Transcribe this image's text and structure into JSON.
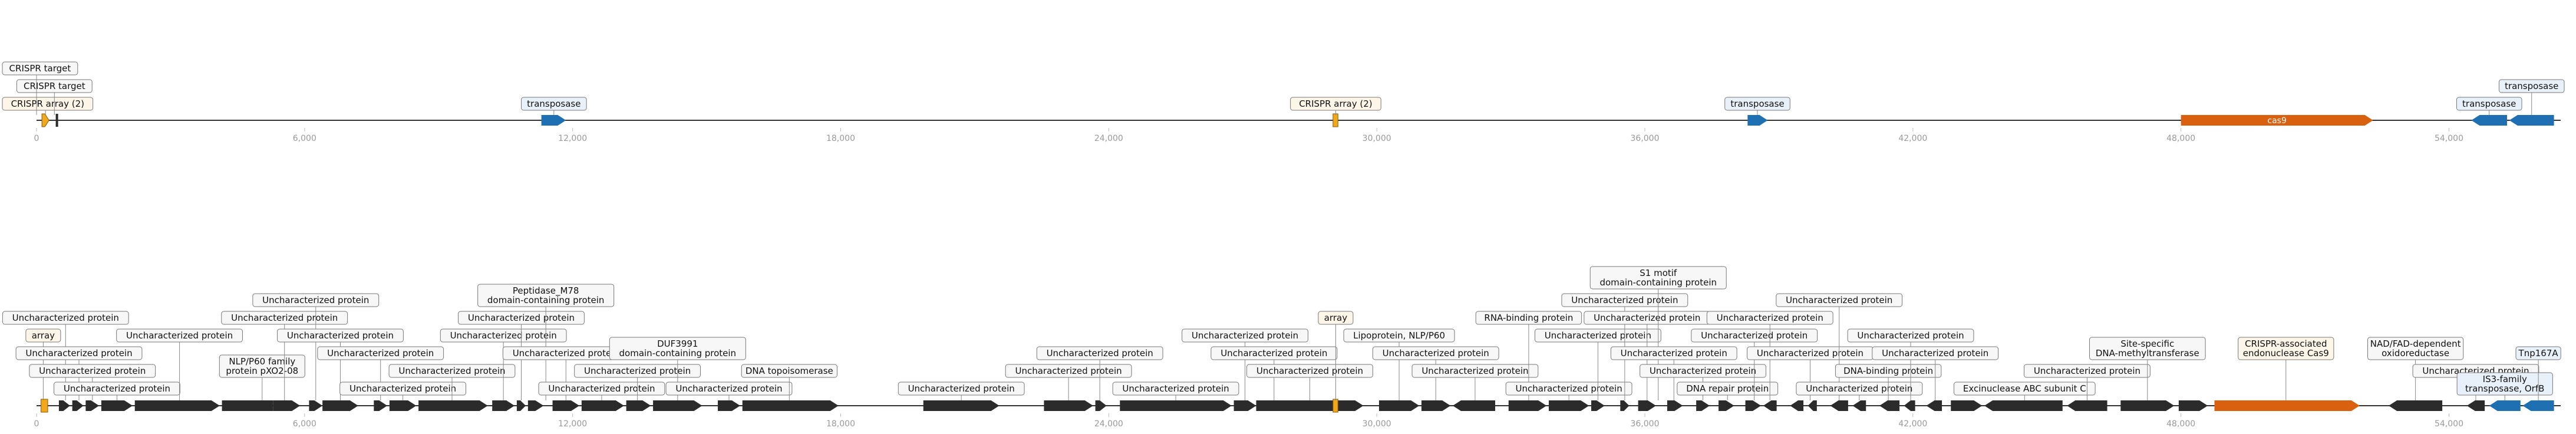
{
  "colors": {
    "background": "#ffffff",
    "axis": "#333333",
    "tick_text": "#999999",
    "gene_dark": "#2b2b2b",
    "gene_blue": "#1f6fb3",
    "gene_orange": "#d9600f",
    "crispr_fill": "#f2a81d",
    "label_default_fill": "#f7f7f7",
    "label_blue_fill": "#e8f1fa",
    "label_orange_fill": "#fdf5e8",
    "label_border": "#777777"
  },
  "axis": {
    "min": 0,
    "max": 56500,
    "ticks": [
      0,
      6000,
      12000,
      18000,
      24000,
      30000,
      36000,
      42000,
      48000,
      54000
    ],
    "tick_labels": [
      "0",
      "6,000",
      "12,000",
      "18,000",
      "24,000",
      "30,000",
      "36,000",
      "42,000",
      "48,000",
      "54,000"
    ]
  },
  "track1": {
    "features": [
      {
        "start": 120,
        "end": 280,
        "strand": 1,
        "kind": "crispr"
      },
      {
        "start": 430,
        "end": 460,
        "strand": 0,
        "kind": "target"
      },
      {
        "start": 11300,
        "end": 11850,
        "strand": 1,
        "kind": "blue"
      },
      {
        "start": 29020,
        "end": 29130,
        "strand": 0,
        "kind": "crispr"
      },
      {
        "start": 38300,
        "end": 38750,
        "strand": 1,
        "kind": "blue"
      },
      {
        "start": 48000,
        "end": 52300,
        "strand": 1,
        "kind": "orange",
        "text": "cas9"
      },
      {
        "start": 54500,
        "end": 55300,
        "strand": -1,
        "kind": "blue"
      },
      {
        "start": 55350,
        "end": 56350,
        "strand": -1,
        "kind": "blue"
      }
    ],
    "labels": [
      {
        "text": "CRISPR array (2)",
        "pos": 200,
        "level": 0,
        "style": "orange"
      },
      {
        "text": "CRISPR target",
        "pos": 400,
        "level": 1,
        "style": "default"
      },
      {
        "text": "CRISPR target",
        "pos": 0,
        "level": 2,
        "style": "default"
      },
      {
        "text": "transposase",
        "pos": 11580,
        "level": 0,
        "style": "blue"
      },
      {
        "text": "CRISPR array (2)",
        "pos": 29080,
        "level": 0,
        "style": "orange"
      },
      {
        "text": "transposase",
        "pos": 38520,
        "level": 0,
        "style": "blue"
      },
      {
        "text": "transposase",
        "pos": 54900,
        "level": 0,
        "style": "blue"
      },
      {
        "text": "transposase",
        "pos": 55850,
        "level": 1,
        "style": "blue"
      }
    ]
  },
  "track2": {
    "features": [
      {
        "start": 100,
        "end": 250,
        "strand": 0,
        "kind": "crispr"
      },
      {
        "start": 500,
        "end": 750,
        "strand": 1,
        "kind": "dark"
      },
      {
        "start": 800,
        "end": 1050,
        "strand": 1,
        "kind": "dark"
      },
      {
        "start": 1100,
        "end": 1400,
        "strand": 1,
        "kind": "dark"
      },
      {
        "start": 1450,
        "end": 2150,
        "strand": 1,
        "kind": "dark"
      },
      {
        "start": 2200,
        "end": 4100,
        "strand": 1,
        "kind": "dark"
      },
      {
        "start": 4150,
        "end": 5300,
        "strand": 0,
        "kind": "dark"
      },
      {
        "start": 5300,
        "end": 5900,
        "strand": 1,
        "kind": "dark"
      },
      {
        "start": 6100,
        "end": 6400,
        "strand": 1,
        "kind": "dark"
      },
      {
        "start": 6400,
        "end": 7200,
        "strand": 1,
        "kind": "dark"
      },
      {
        "start": 7550,
        "end": 7850,
        "strand": 1,
        "kind": "dark"
      },
      {
        "start": 7900,
        "end": 8500,
        "strand": 1,
        "kind": "dark"
      },
      {
        "start": 8550,
        "end": 10100,
        "strand": 1,
        "kind": "dark"
      },
      {
        "start": 10200,
        "end": 10700,
        "strand": 1,
        "kind": "dark"
      },
      {
        "start": 10750,
        "end": 10950,
        "strand": 1,
        "kind": "dark"
      },
      {
        "start": 11000,
        "end": 11350,
        "strand": 1,
        "kind": "dark"
      },
      {
        "start": 11550,
        "end": 12150,
        "strand": 1,
        "kind": "dark"
      },
      {
        "start": 12200,
        "end": 13150,
        "strand": 1,
        "kind": "dark"
      },
      {
        "start": 13200,
        "end": 13750,
        "strand": 1,
        "kind": "dark"
      },
      {
        "start": 13800,
        "end": 14900,
        "strand": 1,
        "kind": "dark"
      },
      {
        "start": 15250,
        "end": 15750,
        "strand": 1,
        "kind": "dark"
      },
      {
        "start": 15800,
        "end": 17950,
        "strand": 1,
        "kind": "dark"
      },
      {
        "start": 19850,
        "end": 21550,
        "strand": 1,
        "kind": "dark"
      },
      {
        "start": 22550,
        "end": 23650,
        "strand": 1,
        "kind": "dark"
      },
      {
        "start": 23700,
        "end": 23950,
        "strand": 1,
        "kind": "dark"
      },
      {
        "start": 24250,
        "end": 26750,
        "strand": 1,
        "kind": "dark"
      },
      {
        "start": 26800,
        "end": 27300,
        "strand": 1,
        "kind": "dark"
      },
      {
        "start": 27550,
        "end": 27850,
        "strand": -1,
        "kind": "dark"
      },
      {
        "start": 27300,
        "end": 29700,
        "strand": 1,
        "kind": "dark"
      },
      {
        "start": 29020,
        "end": 29130,
        "strand": 0,
        "kind": "crispr"
      },
      {
        "start": 30050,
        "end": 30950,
        "strand": 1,
        "kind": "dark"
      },
      {
        "start": 31000,
        "end": 31650,
        "strand": 1,
        "kind": "dark"
      },
      {
        "start": 31700,
        "end": 32650,
        "strand": -1,
        "kind": "dark"
      },
      {
        "start": 32950,
        "end": 33800,
        "strand": 1,
        "kind": "dark"
      },
      {
        "start": 33850,
        "end": 34750,
        "strand": 1,
        "kind": "dark"
      },
      {
        "start": 34800,
        "end": 35100,
        "strand": 1,
        "kind": "dark"
      },
      {
        "start": 35450,
        "end": 35650,
        "strand": 1,
        "kind": "dark"
      },
      {
        "start": 35850,
        "end": 36250,
        "strand": 1,
        "kind": "dark"
      },
      {
        "start": 36500,
        "end": 36850,
        "strand": 1,
        "kind": "dark"
      },
      {
        "start": 37150,
        "end": 37450,
        "strand": 1,
        "kind": "dark"
      },
      {
        "start": 37650,
        "end": 38000,
        "strand": 1,
        "kind": "dark"
      },
      {
        "start": 38250,
        "end": 38600,
        "strand": 1,
        "kind": "dark"
      },
      {
        "start": 38650,
        "end": 38950,
        "strand": -1,
        "kind": "dark"
      },
      {
        "start": 39250,
        "end": 39550,
        "strand": -1,
        "kind": "dark"
      },
      {
        "start": 39650,
        "end": 39850,
        "strand": -1,
        "kind": "dark"
      },
      {
        "start": 40150,
        "end": 40550,
        "strand": -1,
        "kind": "dark"
      },
      {
        "start": 40650,
        "end": 40950,
        "strand": -1,
        "kind": "dark"
      },
      {
        "start": 41250,
        "end": 41700,
        "strand": -1,
        "kind": "dark"
      },
      {
        "start": 41800,
        "end": 42050,
        "strand": -1,
        "kind": "dark"
      },
      {
        "start": 42300,
        "end": 42650,
        "strand": -1,
        "kind": "dark"
      },
      {
        "start": 42850,
        "end": 43550,
        "strand": 1,
        "kind": "dark"
      },
      {
        "start": 43600,
        "end": 45350,
        "strand": -1,
        "kind": "dark"
      },
      {
        "start": 45450,
        "end": 46350,
        "strand": -1,
        "kind": "dark"
      },
      {
        "start": 46650,
        "end": 47850,
        "strand": 1,
        "kind": "dark"
      },
      {
        "start": 47950,
        "end": 48600,
        "strand": 1,
        "kind": "dark"
      },
      {
        "start": 48750,
        "end": 52000,
        "strand": 1,
        "kind": "orange"
      },
      {
        "start": 52650,
        "end": 53850,
        "strand": -1,
        "kind": "dark"
      },
      {
        "start": 54400,
        "end": 54800,
        "strand": -1,
        "kind": "dark"
      },
      {
        "start": 54900,
        "end": 55600,
        "strand": -1,
        "kind": "blue"
      },
      {
        "start": 55650,
        "end": 56350,
        "strand": -1,
        "kind": "blue"
      }
    ],
    "labels": [
      {
        "text": "array",
        "pos": 150,
        "level": 3,
        "style": "orange"
      },
      {
        "text": "Uncharacterized protein",
        "pos": 650,
        "level": 4,
        "style": "default"
      },
      {
        "text": "Uncharacterized protein",
        "pos": 950,
        "level": 2,
        "style": "default"
      },
      {
        "text": "Uncharacterized protein",
        "pos": 1250,
        "level": 1,
        "style": "default"
      },
      {
        "text": "Uncharacterized protein",
        "pos": 1800,
        "level": 0,
        "style": "default"
      },
      {
        "text": "Uncharacterized protein",
        "pos": 3200,
        "level": 3,
        "style": "default"
      },
      {
        "text": "NLP/P60 family protein pXO2-08",
        "pos": 5050,
        "level": 1,
        "style": "default"
      },
      {
        "text": "Uncharacterized protein",
        "pos": 5550,
        "level": 4,
        "style": "default"
      },
      {
        "text": "Uncharacterized protein",
        "pos": 6250,
        "level": 5,
        "style": "default"
      },
      {
        "text": "Uncharacterized protein",
        "pos": 6800,
        "level": 3,
        "style": "default"
      },
      {
        "text": "Uncharacterized protein",
        "pos": 7700,
        "level": 2,
        "style": "default"
      },
      {
        "text": "Uncharacterized protein",
        "pos": 8200,
        "level": 0,
        "style": "default"
      },
      {
        "text": "Uncharacterized protein",
        "pos": 9300,
        "level": 1,
        "style": "default"
      },
      {
        "text": "Uncharacterized protein",
        "pos": 10450,
        "level": 3,
        "style": "default"
      },
      {
        "text": "Uncharacterized protein",
        "pos": 10850,
        "level": 4,
        "style": "default"
      },
      {
        "text": "Peptidase_M78 domain-containing protein",
        "pos": 11400,
        "level": 5,
        "style": "default"
      },
      {
        "text": "Uncharacterized protein",
        "pos": 11850,
        "level": 2,
        "style": "default"
      },
      {
        "text": "Uncharacterized protein",
        "pos": 12650,
        "level": 0,
        "style": "default"
      },
      {
        "text": "Uncharacterized protein",
        "pos": 13450,
        "level": 1,
        "style": "default"
      },
      {
        "text": "DUF3991 domain-containing protein",
        "pos": 14350,
        "level": 2,
        "style": "default"
      },
      {
        "text": "Uncharacterized protein",
        "pos": 15500,
        "level": 0,
        "style": "default"
      },
      {
        "text": "DNA topoisomerase",
        "pos": 16850,
        "level": 1,
        "style": "default"
      },
      {
        "text": "Uncharacterized protein",
        "pos": 20700,
        "level": 0,
        "style": "default"
      },
      {
        "text": "Uncharacterized protein",
        "pos": 23100,
        "level": 1,
        "style": "default"
      },
      {
        "text": "Uncharacterized protein",
        "pos": 23800,
        "level": 2,
        "style": "default"
      },
      {
        "text": "Uncharacterized protein",
        "pos": 25500,
        "level": 0,
        "style": "default"
      },
      {
        "text": "Uncharacterized protein",
        "pos": 27050,
        "level": 3,
        "style": "default"
      },
      {
        "text": "Uncharacterized protein",
        "pos": 27700,
        "level": 2,
        "style": "default"
      },
      {
        "text": "Uncharacterized protein",
        "pos": 28500,
        "level": 1,
        "style": "default"
      },
      {
        "text": "array",
        "pos": 29080,
        "level": 4,
        "style": "orange"
      },
      {
        "text": "Lipoprotein, NLP/P60",
        "pos": 30500,
        "level": 3,
        "style": "default"
      },
      {
        "text": "Uncharacterized protein",
        "pos": 31320,
        "level": 2,
        "style": "default"
      },
      {
        "text": "Uncharacterized protein",
        "pos": 32200,
        "level": 1,
        "style": "default"
      },
      {
        "text": "RNA-binding protein",
        "pos": 33400,
        "level": 4,
        "style": "default"
      },
      {
        "text": "Uncharacterized protein",
        "pos": 34300,
        "level": 0,
        "style": "default"
      },
      {
        "text": "Uncharacterized protein",
        "pos": 34950,
        "level": 3,
        "style": "default"
      },
      {
        "text": "Uncharacterized protein",
        "pos": 35550,
        "level": 5,
        "style": "default"
      },
      {
        "text": "Uncharacterized protein",
        "pos": 36050,
        "level": 4,
        "style": "default"
      },
      {
        "text": "S1 motif domain-containing protein",
        "pos": 36300,
        "level": 6,
        "style": "default"
      },
      {
        "text": "Uncharacterized protein",
        "pos": 36650,
        "level": 2,
        "style": "default"
      },
      {
        "text": "Uncharacterized protein",
        "pos": 37300,
        "level": 1,
        "style": "default"
      },
      {
        "text": "DNA repair protein",
        "pos": 37850,
        "level": 0,
        "style": "default"
      },
      {
        "text": "Uncharacterized protein",
        "pos": 38450,
        "level": 3,
        "style": "default"
      },
      {
        "text": "Uncharacterized protein",
        "pos": 38800,
        "level": 4,
        "style": "default"
      },
      {
        "text": "Uncharacterized protein",
        "pos": 39700,
        "level": 2,
        "style": "default"
      },
      {
        "text": "Uncharacterized protein",
        "pos": 40350,
        "level": 5,
        "style": "default"
      },
      {
        "text": "Uncharacterized protein",
        "pos": 40800,
        "level": 0,
        "style": "default"
      },
      {
        "text": "DNA-binding protein",
        "pos": 41450,
        "level": 1,
        "style": "default"
      },
      {
        "text": "Uncharacterized protein",
        "pos": 41950,
        "level": 3,
        "style": "default"
      },
      {
        "text": "Uncharacterized protein",
        "pos": 42500,
        "level": 2,
        "style": "default"
      },
      {
        "text": "Excinuclease ABC subunit C",
        "pos": 44500,
        "level": 0,
        "style": "default"
      },
      {
        "text": "Uncharacterized protein",
        "pos": 45900,
        "level": 1,
        "style": "default"
      },
      {
        "text": "Site-specific DNA-methyltransferase",
        "pos": 47250,
        "level": 2,
        "style": "default"
      },
      {
        "text": "CRISPR-associated endonuclease Cas9",
        "pos": 50350,
        "level": 2,
        "style": "orange"
      },
      {
        "text": "NAD/FAD-dependent oxidoreductase",
        "pos": 53250,
        "level": 2,
        "style": "default"
      },
      {
        "text": "Uncharacterized protein",
        "pos": 54600,
        "level": 1,
        "style": "default"
      },
      {
        "text": "IS3-family transposase, OrfB",
        "pos": 55250,
        "level": 0,
        "style": "blue"
      },
      {
        "text": "Tnp167A",
        "pos": 56000,
        "level": 2,
        "style": "blue"
      }
    ]
  }
}
